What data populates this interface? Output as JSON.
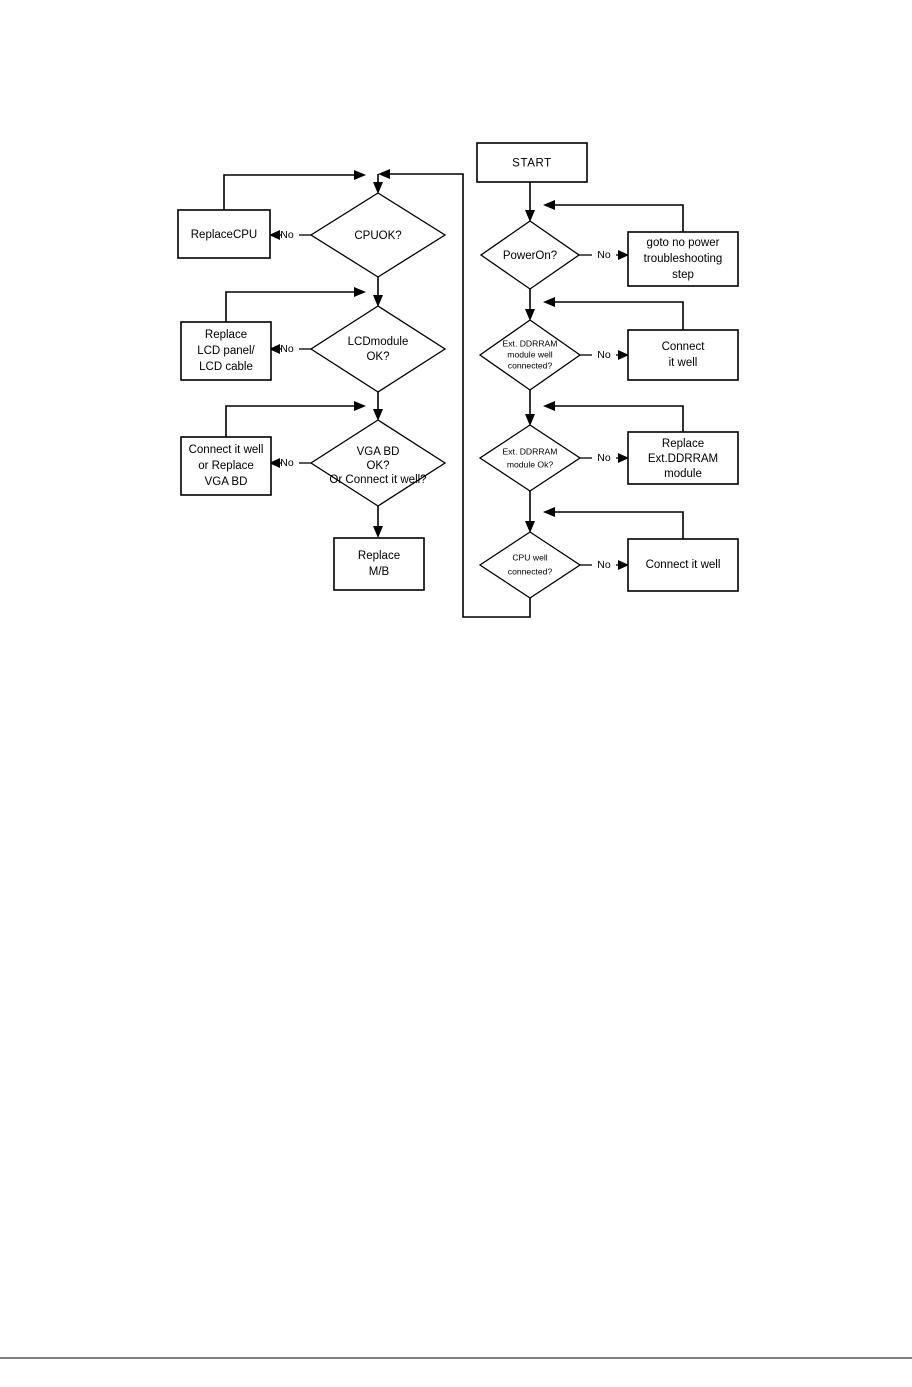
{
  "document": {
    "type": "troubleshooting-flowchart",
    "background_color": "#ffffff",
    "line_color": "#000000",
    "footer_rule_visible": true
  },
  "flowchart": {
    "branch_label": "No",
    "start": {
      "label": "START"
    },
    "right_column": {
      "title": "no-display-power-on-checks",
      "steps": [
        {
          "id": "power-on",
          "decision": "PowerOn?",
          "decision_lines": [
            "PowerOn?"
          ],
          "no_action": "goto no power troubleshooting step",
          "no_action_lines": [
            "goto no power",
            "troubleshooting",
            "step"
          ]
        },
        {
          "id": "ext-ddrram-connected",
          "decision": "Ext. DDRRAM module well connected?",
          "decision_lines": [
            "Ext. DDRRAM",
            "module well",
            "connected?"
          ],
          "no_action": "Connect it well",
          "no_action_lines": [
            "Connect",
            "it well"
          ]
        },
        {
          "id": "ext-ddrram-ok",
          "decision": "Ext. DDRRAM module OK?",
          "decision_lines": [
            "Ext. DDRRAM",
            "module Ok?"
          ],
          "no_action": "Replace Ext.DDRRAM module",
          "no_action_lines": [
            "Replace",
            "Ext.DDRRAM",
            "module"
          ]
        },
        {
          "id": "cpu-connected",
          "decision": "CPU well connected?",
          "decision_lines": [
            "CPU well",
            "connected?"
          ],
          "no_action": "Connect it well",
          "no_action_lines": [
            "Connect it well"
          ]
        }
      ]
    },
    "left_column": {
      "title": "no-display-component-checks",
      "steps": [
        {
          "id": "cpu-ok",
          "decision": "CPU OK?",
          "decision_lines": [
            "CPUOK?"
          ],
          "no_action": "Replace CPU",
          "no_action_lines": [
            "ReplaceCPU"
          ]
        },
        {
          "id": "lcd-module-ok",
          "decision": "LCD module OK?",
          "decision_lines": [
            "LCDmodule",
            "OK?"
          ],
          "no_action": "Replace LCD panel/ LCD cable",
          "no_action_lines": [
            "Replace",
            "LCD panel/",
            "LCD cable"
          ]
        },
        {
          "id": "vga-bd-ok",
          "decision": "VGA BD OK? Or Connect it well?",
          "decision_lines": [
            "VGA BD",
            "OK?",
            "Or Connect it well?"
          ],
          "no_action": "Connect it well or Replace VGA BD",
          "no_action_lines": [
            "Connect it well",
            "or Replace",
            "VGA BD"
          ]
        }
      ],
      "terminal": {
        "id": "replace-mb",
        "label": "Replace M/B",
        "label_lines": [
          "Replace",
          "M/B"
        ]
      }
    }
  }
}
